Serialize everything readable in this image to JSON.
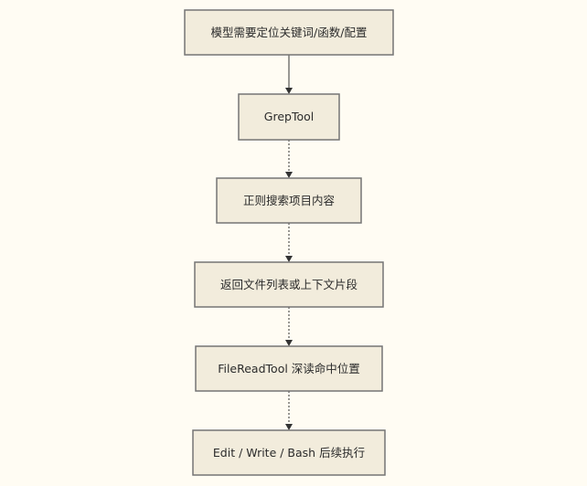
{
  "flowchart": {
    "direction": "top-to-bottom",
    "nodes": [
      {
        "id": "n1",
        "label": "模型需要定位关键词/函数/配置"
      },
      {
        "id": "n2",
        "label": "GrepTool"
      },
      {
        "id": "n3",
        "label": "正则搜索项目内容"
      },
      {
        "id": "n4",
        "label": "返回文件列表或上下文片段"
      },
      {
        "id": "n5",
        "label": "FileReadTool 深读命中位置"
      },
      {
        "id": "n6",
        "label": "Edit / Write / Bash 后续执行"
      }
    ],
    "edges": [
      {
        "from": "n1",
        "to": "n2",
        "style": "solid"
      },
      {
        "from": "n2",
        "to": "n3",
        "style": "dashed"
      },
      {
        "from": "n3",
        "to": "n4",
        "style": "dashed"
      },
      {
        "from": "n4",
        "to": "n5",
        "style": "dashed"
      },
      {
        "from": "n5",
        "to": "n6",
        "style": "dashed"
      }
    ]
  },
  "colors": {
    "background": "#fffcf3",
    "node_fill": "#f2ecdc",
    "node_border": "#757575",
    "edge": "#333333"
  }
}
